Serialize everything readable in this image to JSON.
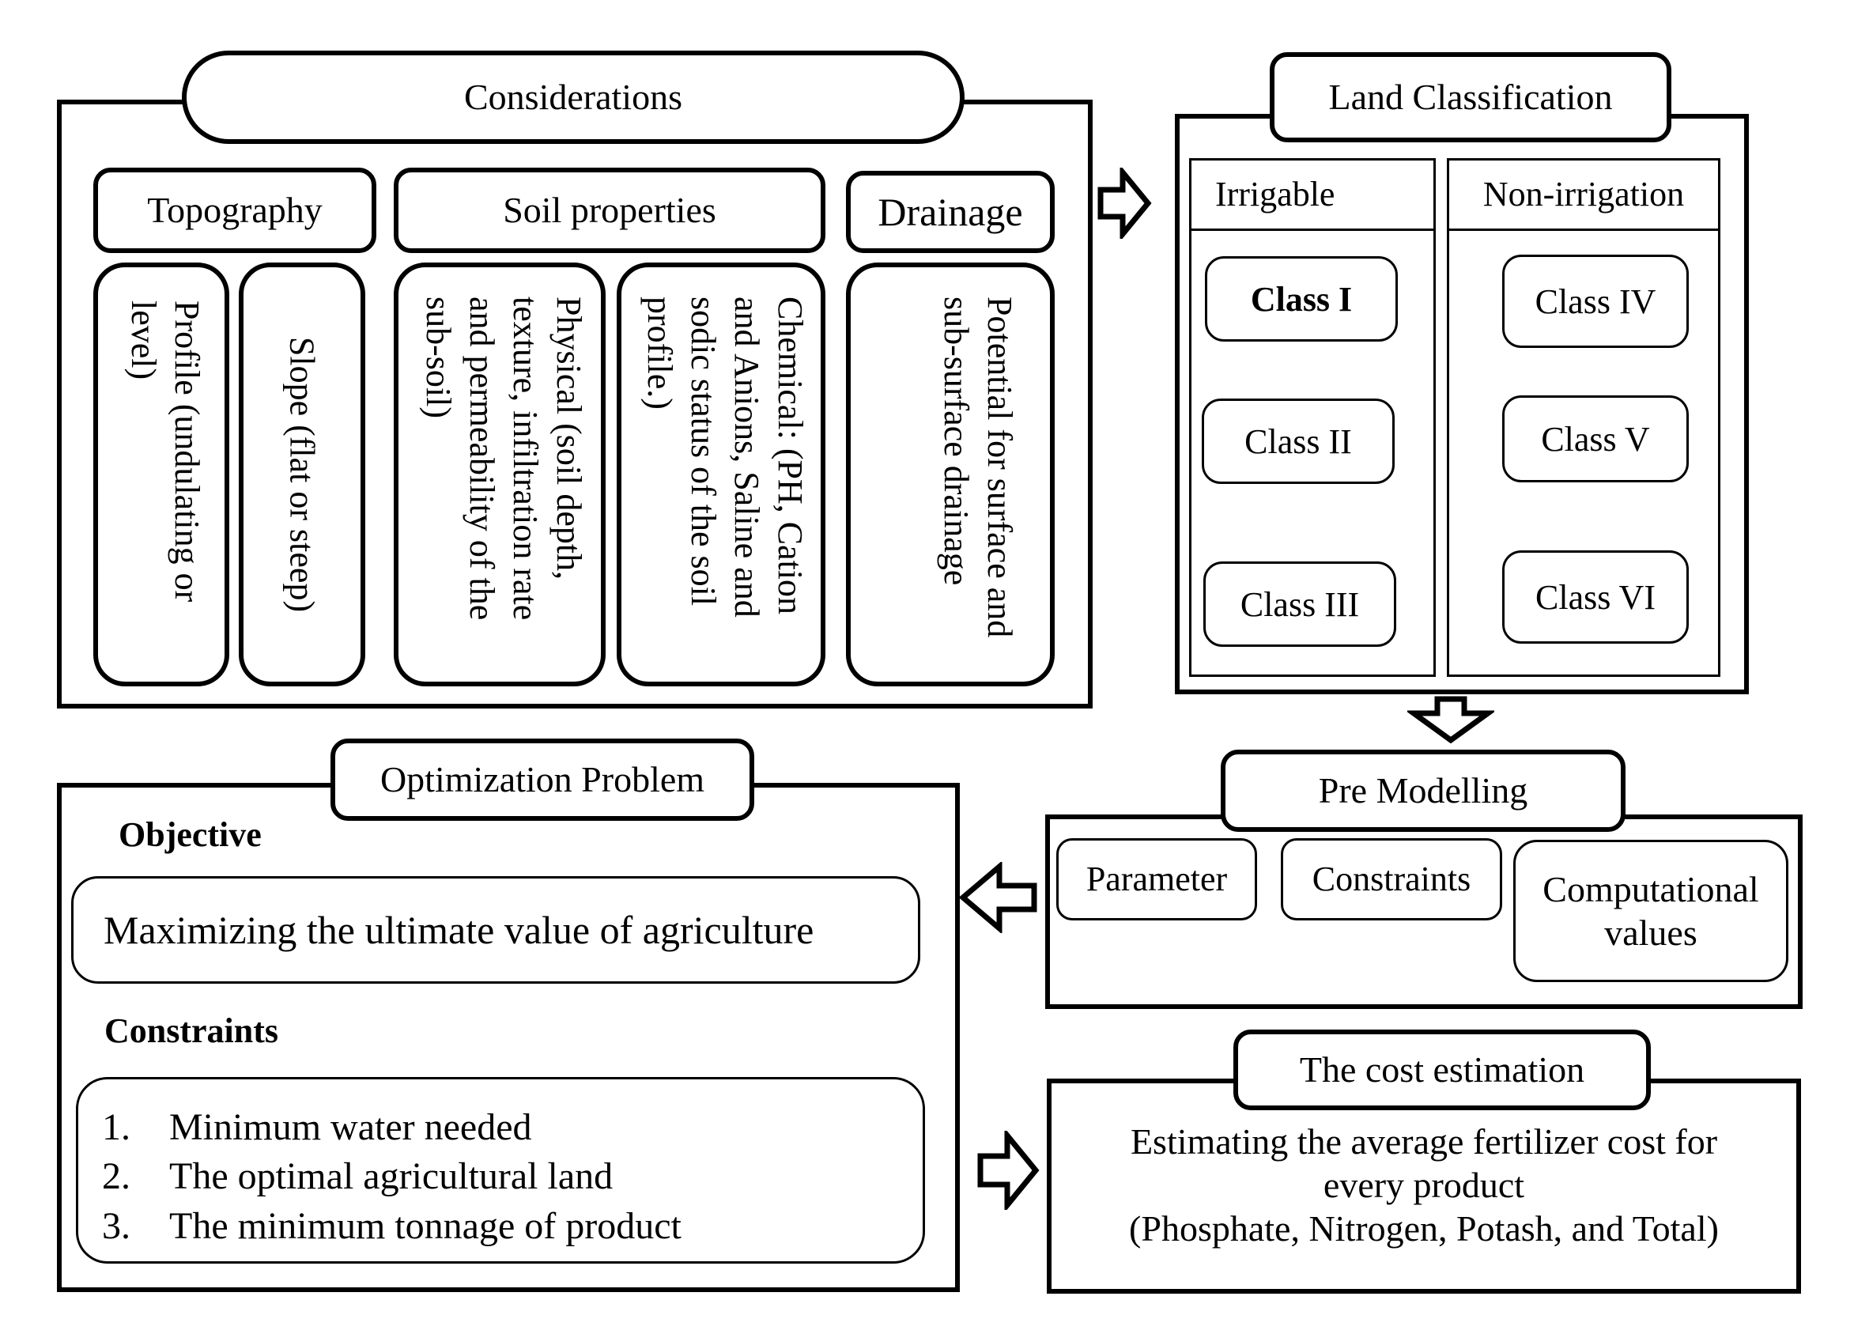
{
  "considerations": {
    "title": "Considerations",
    "topography": {
      "title": "Topography",
      "items": [
        "Profile (undulating or level)",
        "Slope (flat or steep)"
      ]
    },
    "soil": {
      "title": "Soil properties",
      "items": [
        "Physical (soil depth, texture, infiltration rate and permeability of the sub-soil)",
        "Chemical: (PH, Cation and Anions, Saline and sodic status of the soil profile.)"
      ]
    },
    "drainage": {
      "title": "Drainage",
      "items": [
        "Potential for surface and sub-surface drainage"
      ]
    }
  },
  "land_classification": {
    "title": "Land Classification",
    "irrigable": {
      "title": "Irrigable",
      "classes": [
        "Class I",
        "Class II",
        "Class III"
      ]
    },
    "non_irrigation": {
      "title": "Non-irrigation",
      "classes": [
        "Class IV",
        "Class V",
        "Class VI"
      ]
    }
  },
  "pre_modelling": {
    "title": "Pre Modelling",
    "items": [
      "Parameter",
      "Constraints",
      "Computational values"
    ]
  },
  "optimization": {
    "title": "Optimization Problem",
    "objective_heading": "Objective",
    "objective": "Maximizing the ultimate value of agriculture",
    "constraints_heading": "Constraints",
    "constraints": [
      {
        "num": "1.",
        "text": "Minimum water needed"
      },
      {
        "num": "2.",
        "text": "The optimal agricultural land"
      },
      {
        "num": "3.",
        "text": "The minimum tonnage of product"
      }
    ]
  },
  "cost": {
    "title": "The cost estimation",
    "line1": "Estimating the average fertilizer cost for",
    "line2": "every product",
    "line3": "(Phosphate, Nitrogen, Potash, and Total)"
  }
}
